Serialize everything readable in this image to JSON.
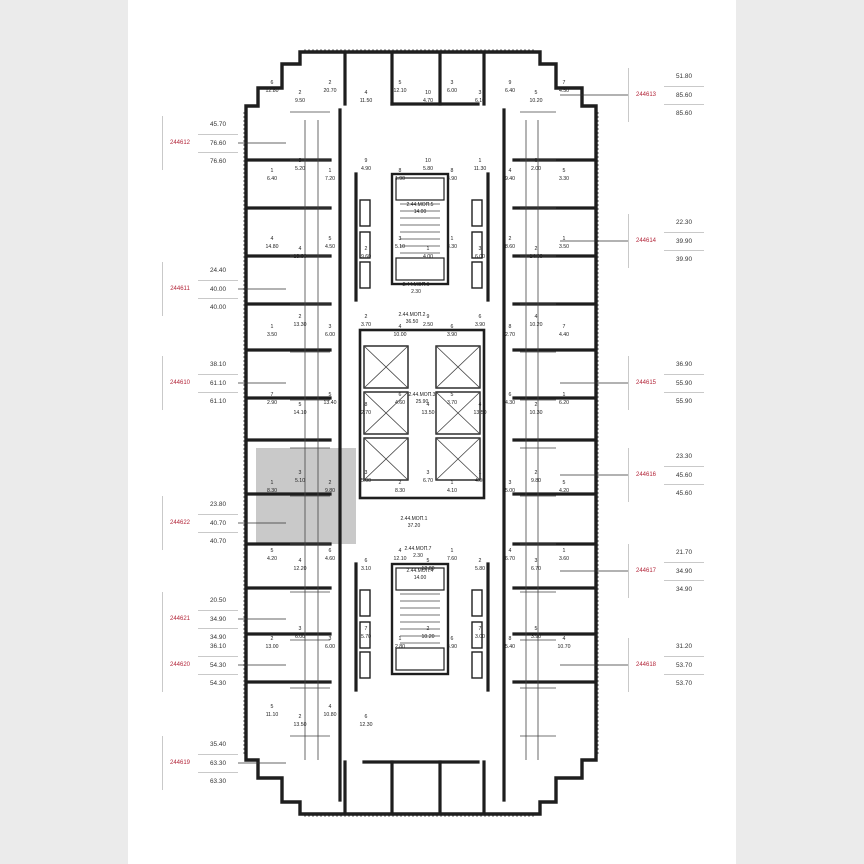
{
  "labels_left": [
    {
      "code": "244612",
      "values": [
        "45.70",
        "76.60",
        "76.60"
      ]
    },
    {
      "code": "244611",
      "values": [
        "24.40",
        "40.00",
        "40.00"
      ]
    },
    {
      "code": "244610",
      "values": [
        "38.10",
        "61.10",
        "61.10"
      ]
    },
    {
      "code": "244622",
      "values": [
        "23.80",
        "40.70",
        "40.70"
      ]
    },
    {
      "code": "244621",
      "values": [
        "20.50",
        "34.90",
        "34.90"
      ]
    },
    {
      "code": "244620",
      "values": [
        "36.10",
        "54.30",
        "54.30"
      ]
    },
    {
      "code": "244619",
      "values": [
        "35.40",
        "63.30",
        "63.30"
      ]
    }
  ],
  "labels_right": [
    {
      "code": "244613",
      "values": [
        "51.80",
        "85.60",
        "85.60"
      ]
    },
    {
      "code": "244614",
      "values": [
        "22.30",
        "39.90",
        "39.90"
      ]
    },
    {
      "code": "244615",
      "values": [
        "36.90",
        "55.90",
        "55.90"
      ]
    },
    {
      "code": "244616",
      "values": [
        "23.30",
        "45.60",
        "45.60"
      ]
    },
    {
      "code": "244617",
      "values": [
        "21.70",
        "34.90",
        "34.90"
      ]
    },
    {
      "code": "244618",
      "values": [
        "31.20",
        "53.70",
        "53.70"
      ]
    }
  ],
  "mop_labels": [
    {
      "code": "2.44.МОП.5",
      "area": "14.00"
    },
    {
      "code": "2.44.МОП.6",
      "area": "2.30"
    },
    {
      "code": "2.44.МОП.2",
      "area": "36.50"
    },
    {
      "code": "2.44.МОП.3",
      "area": "25.90"
    },
    {
      "code": "2.44.МОП.1",
      "area": "37.20"
    },
    {
      "code": "2.44.МОП.7",
      "area": "2.30"
    },
    {
      "code": "2.44.МОП.4",
      "area": "14.00"
    }
  ],
  "rooms": [
    {
      "n": "6",
      "a": "12.80"
    },
    {
      "n": "2",
      "a": "9.50"
    },
    {
      "n": "2",
      "a": "20.70"
    },
    {
      "n": "4",
      "a": "11.50"
    },
    {
      "n": "5",
      "a": "12.10"
    },
    {
      "n": "10",
      "a": "4.70"
    },
    {
      "n": "3",
      "a": "6.00"
    },
    {
      "n": "3",
      "a": "6.10"
    },
    {
      "n": "9",
      "a": "6.40"
    },
    {
      "n": "5",
      "a": "10.20"
    },
    {
      "n": "7",
      "a": "4.50"
    },
    {
      "n": "1",
      "a": "6.40"
    },
    {
      "n": "8",
      "a": "5.20"
    },
    {
      "n": "1",
      "a": "7.20"
    },
    {
      "n": "9",
      "a": "4.90"
    },
    {
      "n": "8",
      "a": "1.90"
    },
    {
      "n": "10",
      "a": "5.80"
    },
    {
      "n": "8",
      "a": "4.90"
    },
    {
      "n": "1",
      "a": "11.30"
    },
    {
      "n": "4",
      "a": "9.40"
    },
    {
      "n": "6",
      "a": "2.00"
    },
    {
      "n": "5",
      "a": "3.30"
    },
    {
      "n": "4",
      "a": "14.80"
    },
    {
      "n": "4",
      "a": "13.90"
    },
    {
      "n": "5",
      "a": "4.50"
    },
    {
      "n": "2",
      "a": "9.60"
    },
    {
      "n": "3",
      "a": "5.10"
    },
    {
      "n": "1",
      "a": "4.00"
    },
    {
      "n": "1",
      "a": "8.30"
    },
    {
      "n": "3",
      "a": "6.00"
    },
    {
      "n": "2",
      "a": "8.60"
    },
    {
      "n": "2",
      "a": "14.00"
    },
    {
      "n": "1",
      "a": "3.50"
    },
    {
      "n": "1",
      "a": "3.50"
    },
    {
      "n": "2",
      "a": "13.30"
    },
    {
      "n": "3",
      "a": "6.00"
    },
    {
      "n": "2",
      "a": "3.70"
    },
    {
      "n": "4",
      "a": "10.00"
    },
    {
      "n": "9",
      "a": "2.50"
    },
    {
      "n": "6",
      "a": "3.90"
    },
    {
      "n": "6",
      "a": "3.90"
    },
    {
      "n": "8",
      "a": "2.70"
    },
    {
      "n": "4",
      "a": "10.20"
    },
    {
      "n": "7",
      "a": "4.40"
    },
    {
      "n": "7",
      "a": "2.90"
    },
    {
      "n": "5",
      "a": "14.10"
    },
    {
      "n": "5",
      "a": "13.40"
    },
    {
      "n": "8",
      "a": "2.70"
    },
    {
      "n": "6",
      "a": "4.60"
    },
    {
      "n": "4",
      "a": "13.50"
    },
    {
      "n": "5",
      "a": "3.70"
    },
    {
      "n": "4",
      "a": "13.50"
    },
    {
      "n": "6",
      "a": "4.30"
    },
    {
      "n": "2",
      "a": "10.30"
    },
    {
      "n": "1",
      "a": "6.20"
    },
    {
      "n": "1",
      "a": "8.30"
    },
    {
      "n": "3",
      "a": "5.10"
    },
    {
      "n": "2",
      "a": "9.80"
    },
    {
      "n": "3",
      "a": "5.00"
    },
    {
      "n": "2",
      "a": "8.30"
    },
    {
      "n": "3",
      "a": "6.70"
    },
    {
      "n": "1",
      "a": "4.10"
    },
    {
      "n": "1",
      "a": "4.00"
    },
    {
      "n": "3",
      "a": "5.00"
    },
    {
      "n": "2",
      "a": "9.80"
    },
    {
      "n": "5",
      "a": "4.20"
    },
    {
      "n": "5",
      "a": "4.20"
    },
    {
      "n": "4",
      "a": "12.20"
    },
    {
      "n": "6",
      "a": "4.60"
    },
    {
      "n": "6",
      "a": "3.10"
    },
    {
      "n": "4",
      "a": "12.10"
    },
    {
      "n": "5",
      "a": "12.80"
    },
    {
      "n": "1",
      "a": "7.60"
    },
    {
      "n": "2",
      "a": "5.80"
    },
    {
      "n": "4",
      "a": "6.70"
    },
    {
      "n": "3",
      "a": "6.70"
    },
    {
      "n": "1",
      "a": "3.60"
    },
    {
      "n": "2",
      "a": "13.00"
    },
    {
      "n": "3",
      "a": "6.00"
    },
    {
      "n": "3",
      "a": "6.00"
    },
    {
      "n": "7",
      "a": "5.70"
    },
    {
      "n": "1",
      "a": "2.80"
    },
    {
      "n": "2",
      "a": "10.20"
    },
    {
      "n": "6",
      "a": "4.90"
    },
    {
      "n": "7",
      "a": "3.00"
    },
    {
      "n": "8",
      "a": "5.40"
    },
    {
      "n": "5",
      "a": "3.90"
    },
    {
      "n": "4",
      "a": "10.70"
    },
    {
      "n": "5",
      "a": "11.10"
    },
    {
      "n": "2",
      "a": "13.50"
    },
    {
      "n": "4",
      "a": "10.80"
    },
    {
      "n": "6",
      "a": "12.30"
    }
  ],
  "colors": {
    "wall": "#1e1e1e",
    "highlight": "#c9c9c9",
    "code": "#b3263a",
    "sheet": "#ffffff",
    "background": "#ebebeb"
  }
}
